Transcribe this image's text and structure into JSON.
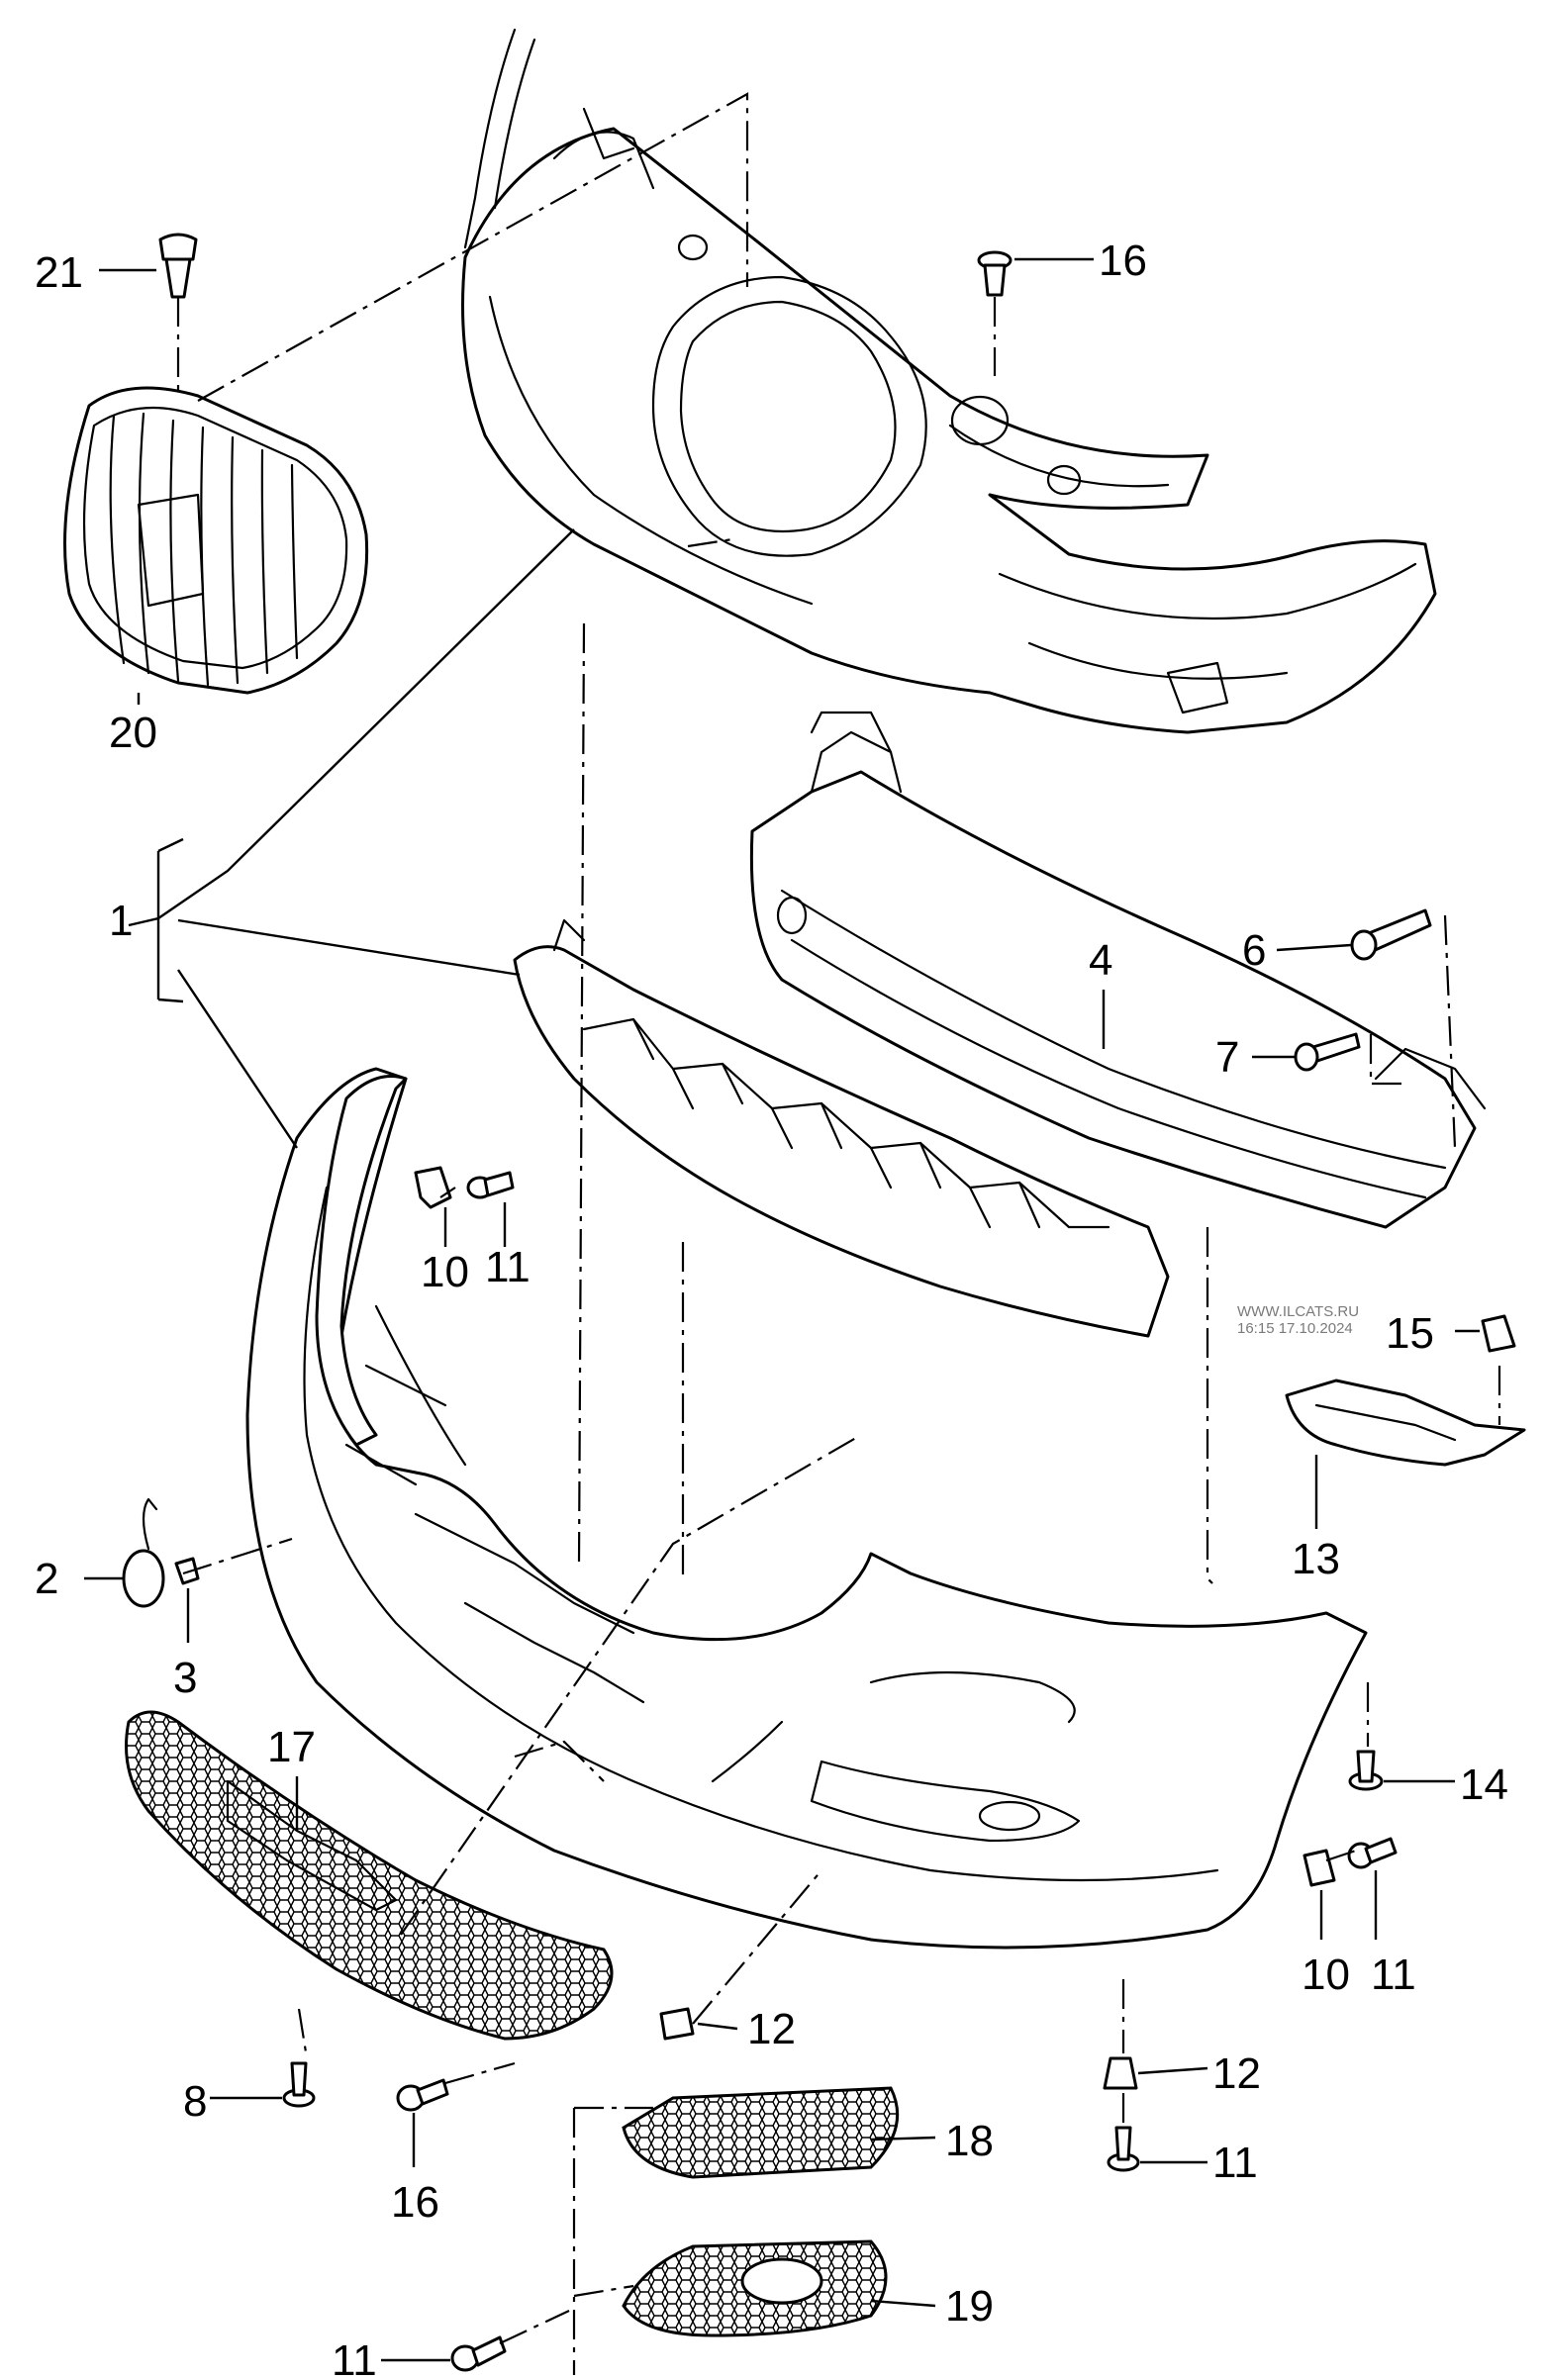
{
  "callouts": {
    "c1": "1",
    "c2": "2",
    "c3": "3",
    "c4": "4",
    "c6": "6",
    "c7": "7",
    "c8": "8",
    "c10a": "10",
    "c10b": "10",
    "c11a": "11",
    "c11b": "11",
    "c11c": "11",
    "c11d": "11",
    "c12a": "12",
    "c12b": "12",
    "c13": "13",
    "c14": "14",
    "c15": "15",
    "c16a": "16",
    "c16b": "16",
    "c17": "17",
    "c18": "18",
    "c19": "19",
    "c20": "20",
    "c21": "21"
  },
  "watermark": {
    "line1": "WWW.ILCATS.RU",
    "line2": "16:15 17.10.2024"
  }
}
